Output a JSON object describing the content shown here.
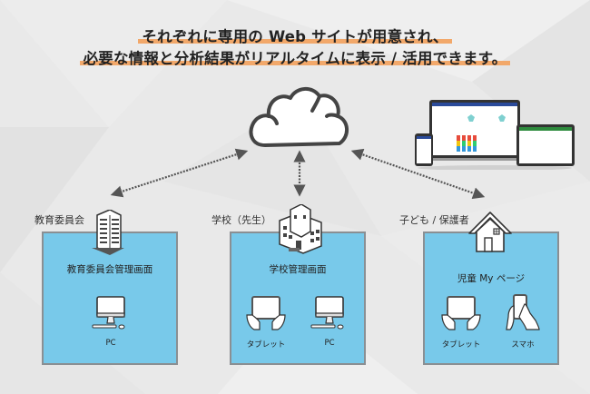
{
  "headline": {
    "line1": "それぞれに専用の Web サイトが用意され、",
    "line2": "必要な情報と分析結果がリアルタイムに表示 / 活用できます。"
  },
  "colors": {
    "background": "#e8e8e8",
    "highlight": "#f2a86a",
    "box_fill": "#78c9ea",
    "box_border": "#8a8f93",
    "arrow": "#555555"
  },
  "hub": {
    "icon": "cloud-icon"
  },
  "preview": {
    "icon": "multi-device-screenshot"
  },
  "groups": [
    {
      "label": "教育委員会",
      "icon": "office-building-icon",
      "screen": "教育委員会管理画面",
      "devices": [
        {
          "icon": "desktop-pc-icon",
          "label": "PC"
        }
      ]
    },
    {
      "label": "学校（先生）",
      "icon": "school-building-icon",
      "screen": "学校管理画面",
      "devices": [
        {
          "icon": "tablet-icon",
          "label": "タブレット"
        },
        {
          "icon": "desktop-pc-icon",
          "label": "PC"
        }
      ]
    },
    {
      "label": "子ども / 保護者",
      "icon": "house-icon",
      "screen": "児童 My ページ",
      "devices": [
        {
          "icon": "tablet-icon",
          "label": "タブレット"
        },
        {
          "icon": "smartphone-icon",
          "label": "スマホ"
        }
      ]
    }
  ]
}
